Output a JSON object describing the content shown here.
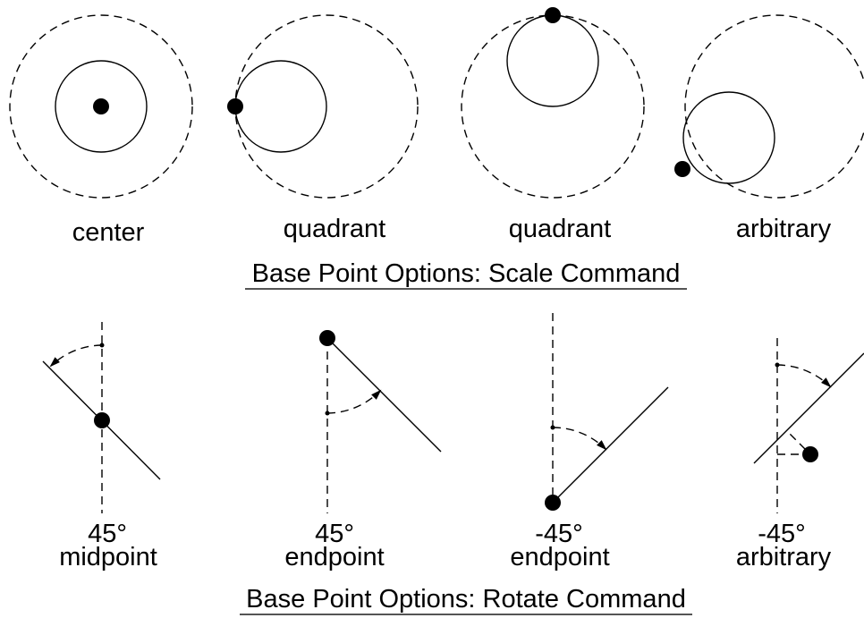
{
  "scale_section": {
    "title": "Base Point Options: Scale Command",
    "labels": [
      "center",
      "quadrant",
      "quadrant",
      "arbitrary"
    ]
  },
  "rotate_section": {
    "title": "Base Point Options: Rotate Command",
    "items": [
      {
        "angle": "45°",
        "label": "midpoint"
      },
      {
        "angle": "45°",
        "label": "endpoint"
      },
      {
        "angle": "-45°",
        "label": "endpoint"
      },
      {
        "angle": "-45°",
        "label": "arbitrary"
      }
    ]
  }
}
